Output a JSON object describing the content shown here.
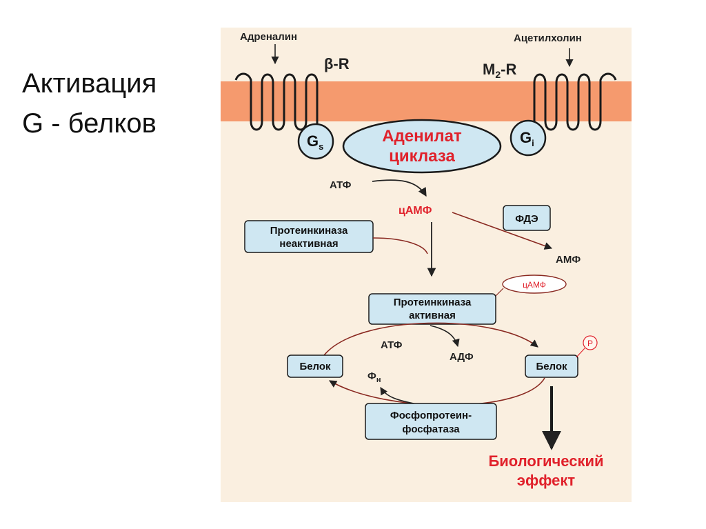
{
  "slide": {
    "title_line1": "Активация",
    "title_line2": "G - белков"
  },
  "diagram": {
    "adrenaline": "Адреналин",
    "acetylcholine": "Ацетилхолин",
    "beta_receptor": "β-R",
    "m2_receptor_prefix": "M",
    "m2_receptor_sub": "2",
    "m2_receptor_suffix": "-R",
    "gs_main": "G",
    "gs_sub": "s",
    "gi_main": "G",
    "gi_sub": "i",
    "adenylate_line1": "Аденилат",
    "adenylate_line2": "циклаза",
    "atp_top": "АТФ",
    "camp": "цАМФ",
    "pde": "ФДЭ",
    "amp": "АМФ",
    "pk_inactive_line1": "Протеинкиназа",
    "pk_inactive_line2": "неактивная",
    "camp_bound": "цАМФ",
    "pk_active_line1": "Протеинкиназа",
    "pk_active_line2": "активная",
    "atp_cycle": "АТФ",
    "adp": "АДФ",
    "protein_left": "Белок",
    "protein_right": "Белок",
    "phosphate_badge": "P",
    "pi_main": "Ф",
    "pi_sub": "н",
    "phosphatase_line1": "Фосфопротеин-",
    "phosphatase_line2": "фосфатаза",
    "effect_line1": "Биологический",
    "effect_line2": "эффект"
  },
  "colors": {
    "membrane": "#f59a6e",
    "background": "#faefe0",
    "node_fill": "#cfe7f2",
    "accent_red": "#e0212b",
    "arrow": "#8a2a22"
  }
}
